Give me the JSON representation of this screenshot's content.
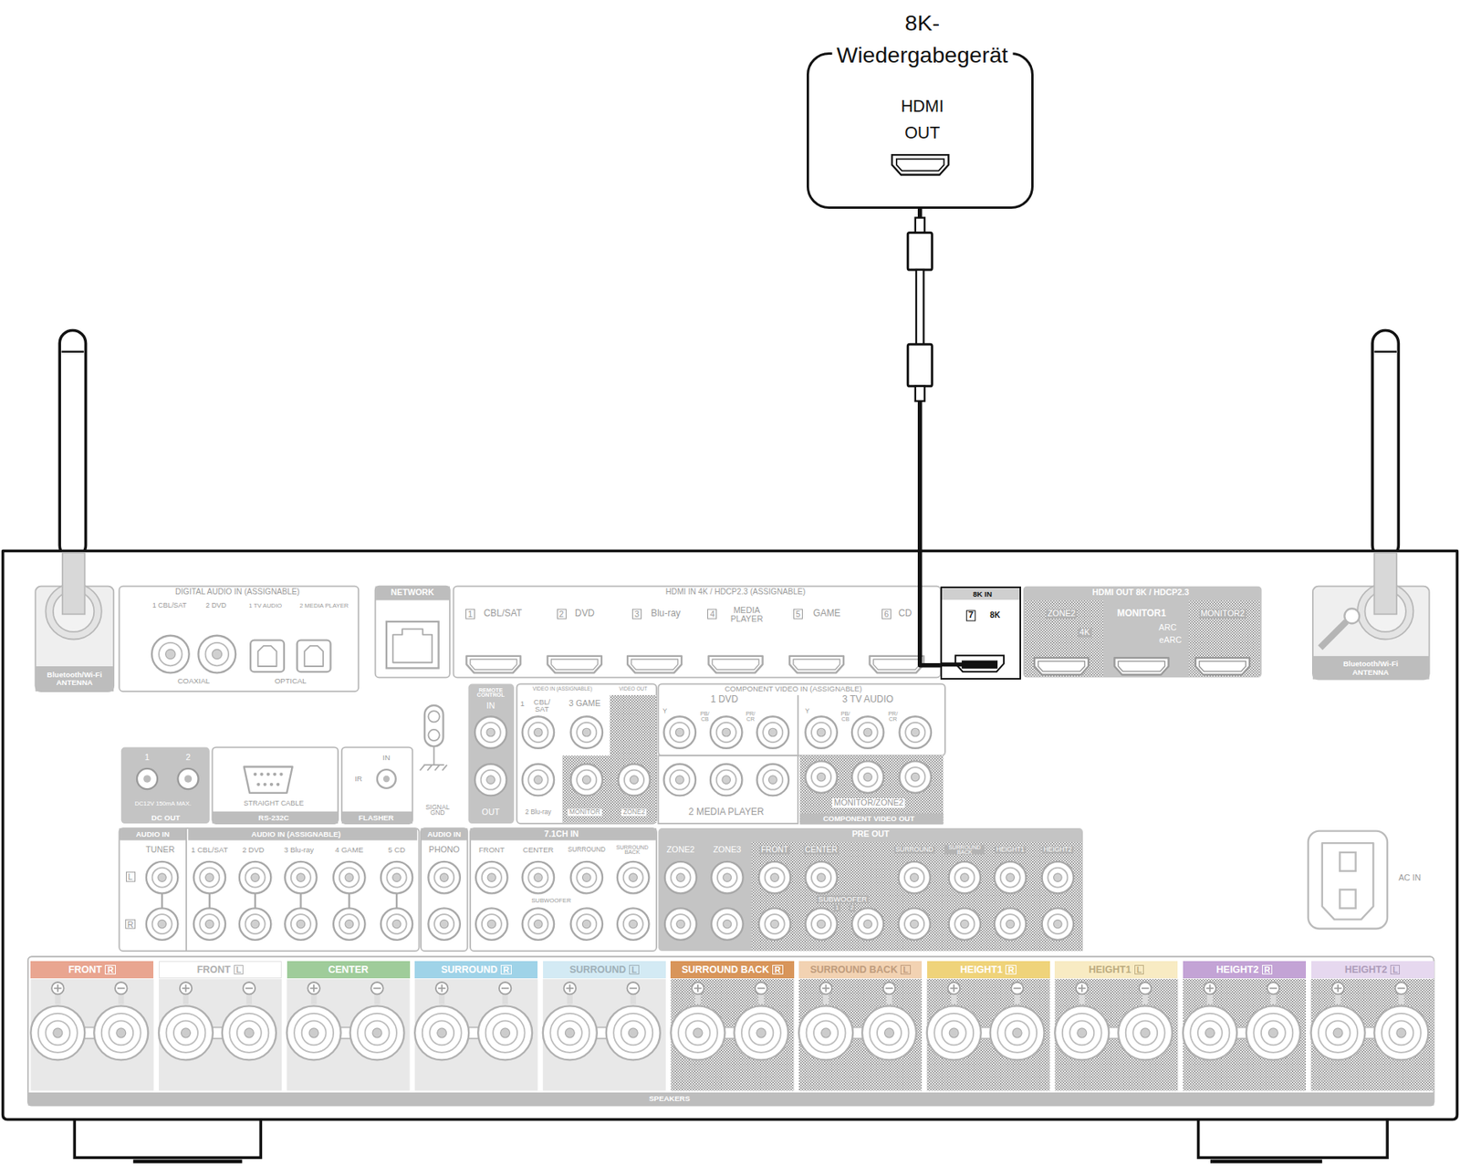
{
  "diagram": {
    "nodes": [
      {
        "text": [
          "8K-Wiedergabegerät",
          "HDMI OUT"
        ]
      },
      {
        "text": [
          "8K IN",
          "7",
          "8K"
        ]
      }
    ],
    "edges": [
      {
        "from": 0,
        "to": 1,
        "arrow": "none"
      }
    ],
    "labels": [
      "Bluetooth/Wi-Fi ANTENNA",
      "DIGITAL AUDIO IN (ASSIGNABLE)",
      "1 CBL/SAT",
      "2 DVD",
      "1 TV AUDIO",
      "2 MEDIA PLAYER",
      "COAXIAL",
      "OPTICAL",
      "NETWORK",
      "HDMI IN 4K / HDCP2.3 (ASSIGNABLE)",
      "1",
      "CBL/SAT",
      "2",
      "DVD",
      "3",
      "Blu-ray",
      "4",
      "MEDIA PLAYER",
      "5",
      "GAME",
      "6",
      "CD",
      "HDMI OUT 8K / HDCP2.3",
      "ZONE2",
      "4K",
      "MONITOR1",
      "ARC",
      "eARC",
      "MONITOR2",
      "Bluetooth/Wi-Fi ANTENNA",
      "REMOTE CONTROL",
      "IN",
      "OUT",
      "VIDEO IN (ASSIGNABLE)",
      "VIDEO OUT",
      "1",
      "CBL/ SAT",
      "3 GAME",
      "2 Blu-ray",
      "MONITOR",
      "ZONE2",
      "COMPONENT VIDEO IN (ASSIGNABLE)",
      "1 DVD",
      "Y",
      "PB/ CB",
      "PR/ CR",
      "3 TV AUDIO",
      "Y",
      "PB/ CB",
      "PR/ CR",
      "2 MEDIA PLAYER",
      "MONITOR/ZONE2",
      "COMPONENT VIDEO OUT",
      "1",
      "2",
      "DC12V 150mA MAX.",
      "DC OUT",
      "STRAIGHT CABLE",
      "RS-232C",
      "IN",
      "IR",
      "FLASHER",
      "SIGNAL GND",
      "AUDIO IN",
      "TUNER",
      "AUDIO IN (ASSIGNABLE)",
      "1 CBL/SAT",
      "2 DVD",
      "3 Blu-ray",
      "4 GAME",
      "5 CD",
      "AUDIO IN",
      "PHONO",
      "L",
      "R",
      "7.1CH IN",
      "FRONT",
      "CENTER",
      "SURROUND",
      "SURROUND BACK",
      "SUBWOOFER",
      "PRE OUT",
      "ZONE2",
      "ZONE3",
      "FRONT",
      "CENTER",
      "SURROUND",
      "SURROUND BACK",
      "HEIGHT1",
      "HEIGHT2",
      "SUBWOOFER",
      "1",
      "2",
      "AC IN",
      "FRONT",
      "R",
      "FRONT",
      "L",
      "CENTER",
      "SURROUND",
      "R",
      "SURROUND",
      "L",
      "SURROUND BACK",
      "R",
      "SURROUND BACK",
      "L",
      "HEIGHT1",
      "R",
      "HEIGHT1",
      "L",
      "HEIGHT2",
      "R",
      "HEIGHT2",
      "L",
      "SPEAKERS"
    ]
  }
}
